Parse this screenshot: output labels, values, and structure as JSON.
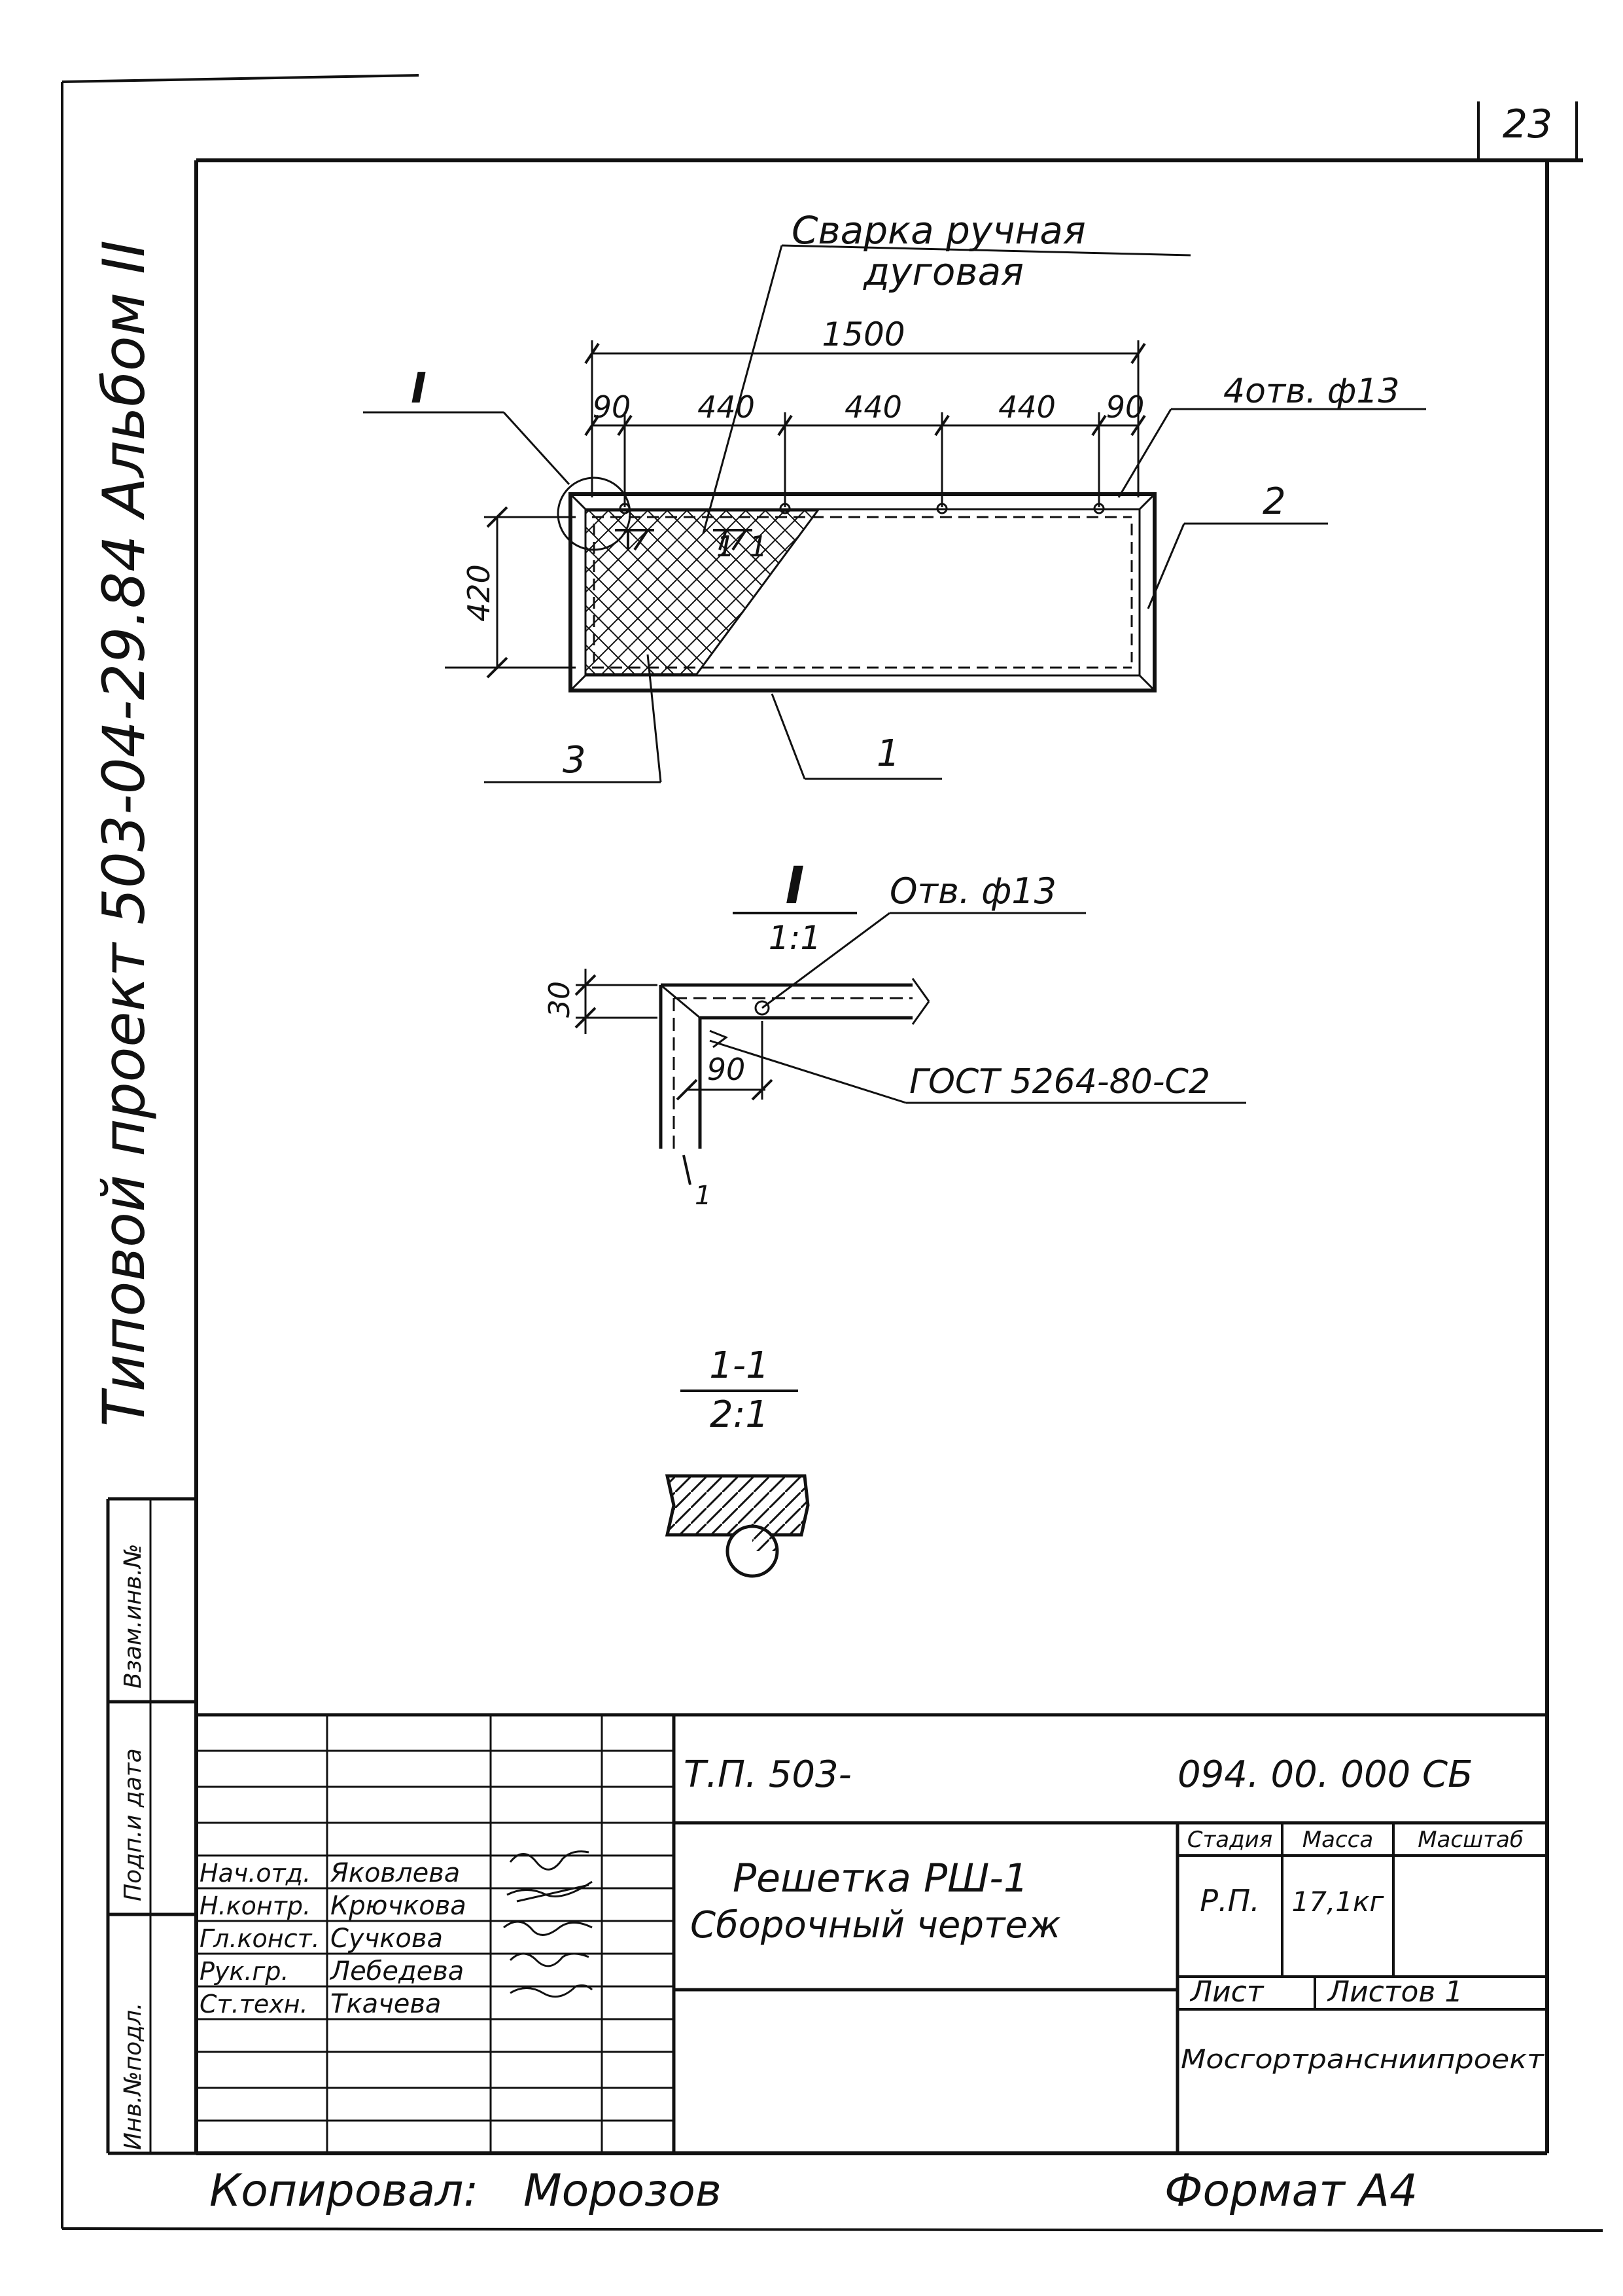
{
  "sheet_number": "23",
  "side_caption": "Типовой проект 503-04-29.84 Альбом II",
  "main_view": {
    "weld_note_line1": "Сварка ручная",
    "weld_note_line2": "дуговая",
    "overall_length": "1500",
    "segments": [
      "90",
      "440",
      "440",
      "440",
      "90"
    ],
    "height": "420",
    "holes_note": "4отв. ф13",
    "detail_ref": "I",
    "section_ref_left": "1",
    "section_ref_right": "1",
    "pos_1": "1",
    "pos_2": "2",
    "pos_3": "3"
  },
  "detail_view": {
    "title": "I",
    "scale": "1:1",
    "hole_note": "Отв. ф13",
    "dim_vertical": "30",
    "dim_horizontal": "90",
    "weld_standard": "ГОСТ 5264-80-С2",
    "section_mark": "1"
  },
  "section_view": {
    "title": "1-1",
    "scale": "2:1"
  },
  "side_stamp": {
    "cell_inv": "Инв.№подл.",
    "cell_sign": "Подп.и дата",
    "cell_replace": "Взам.инв.№"
  },
  "title_block": {
    "code_left": "Т.П. 503-",
    "code_right": "094. 00. 000 СБ",
    "name_line1": "Решетка РШ-1",
    "name_line2": "Сборочный чертеж",
    "col_stage": "Стадия",
    "col_mass": "Масса",
    "col_scale": "Масштаб",
    "stage_value": "Р.П.",
    "mass_value": "17,1кг",
    "sheet_label": "Лист",
    "sheets_label": "Листов 1",
    "organization": "Мосгортрансниипроект",
    "signatures": [
      {
        "role": "Нач.отд.",
        "name": "Яковлева"
      },
      {
        "role": "Н.контр.",
        "name": "Крючкова"
      },
      {
        "role": "Гл.конст.",
        "name": "Сучкова"
      },
      {
        "role": "Рук.гр.",
        "name": "Лебедева"
      },
      {
        "role": "Ст.техн.",
        "name": "Ткачева"
      }
    ]
  },
  "footer": {
    "copied_label": "Копировал:",
    "copied_name": "Морозов",
    "format": "Формат А4"
  }
}
